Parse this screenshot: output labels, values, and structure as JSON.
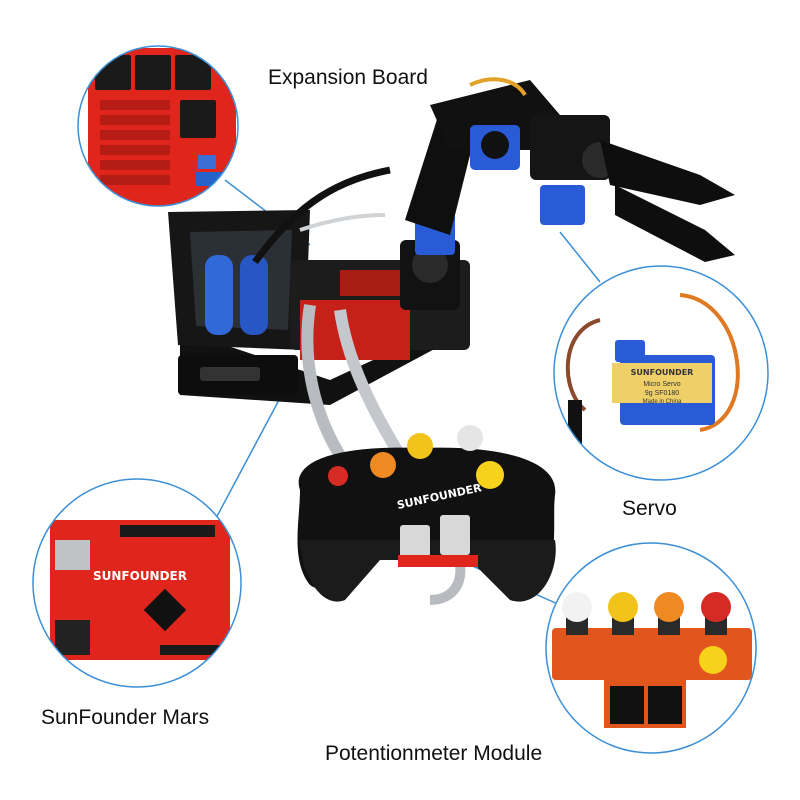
{
  "labels": {
    "expansion_board": "Expansion Board",
    "servo": "Servo",
    "sunfounder_mars": "SunFounder Mars",
    "potentiometer_module": "Potentionmeter Module"
  },
  "brand": {
    "controller_text": "SUNFOUNDER",
    "board_text": "SUNFOUNDER",
    "servo_brand": "SUNFOUNDER",
    "servo_line1": "Micro Servo",
    "servo_line2": "9g SF0180",
    "servo_line3": "Made in China"
  },
  "colors": {
    "callout_ring": "#3b8fd6",
    "board_red": "#e0261c",
    "acrylic": "#1a1a1a",
    "servo_blue": "#2a5bd7",
    "label_text": "#111111"
  }
}
